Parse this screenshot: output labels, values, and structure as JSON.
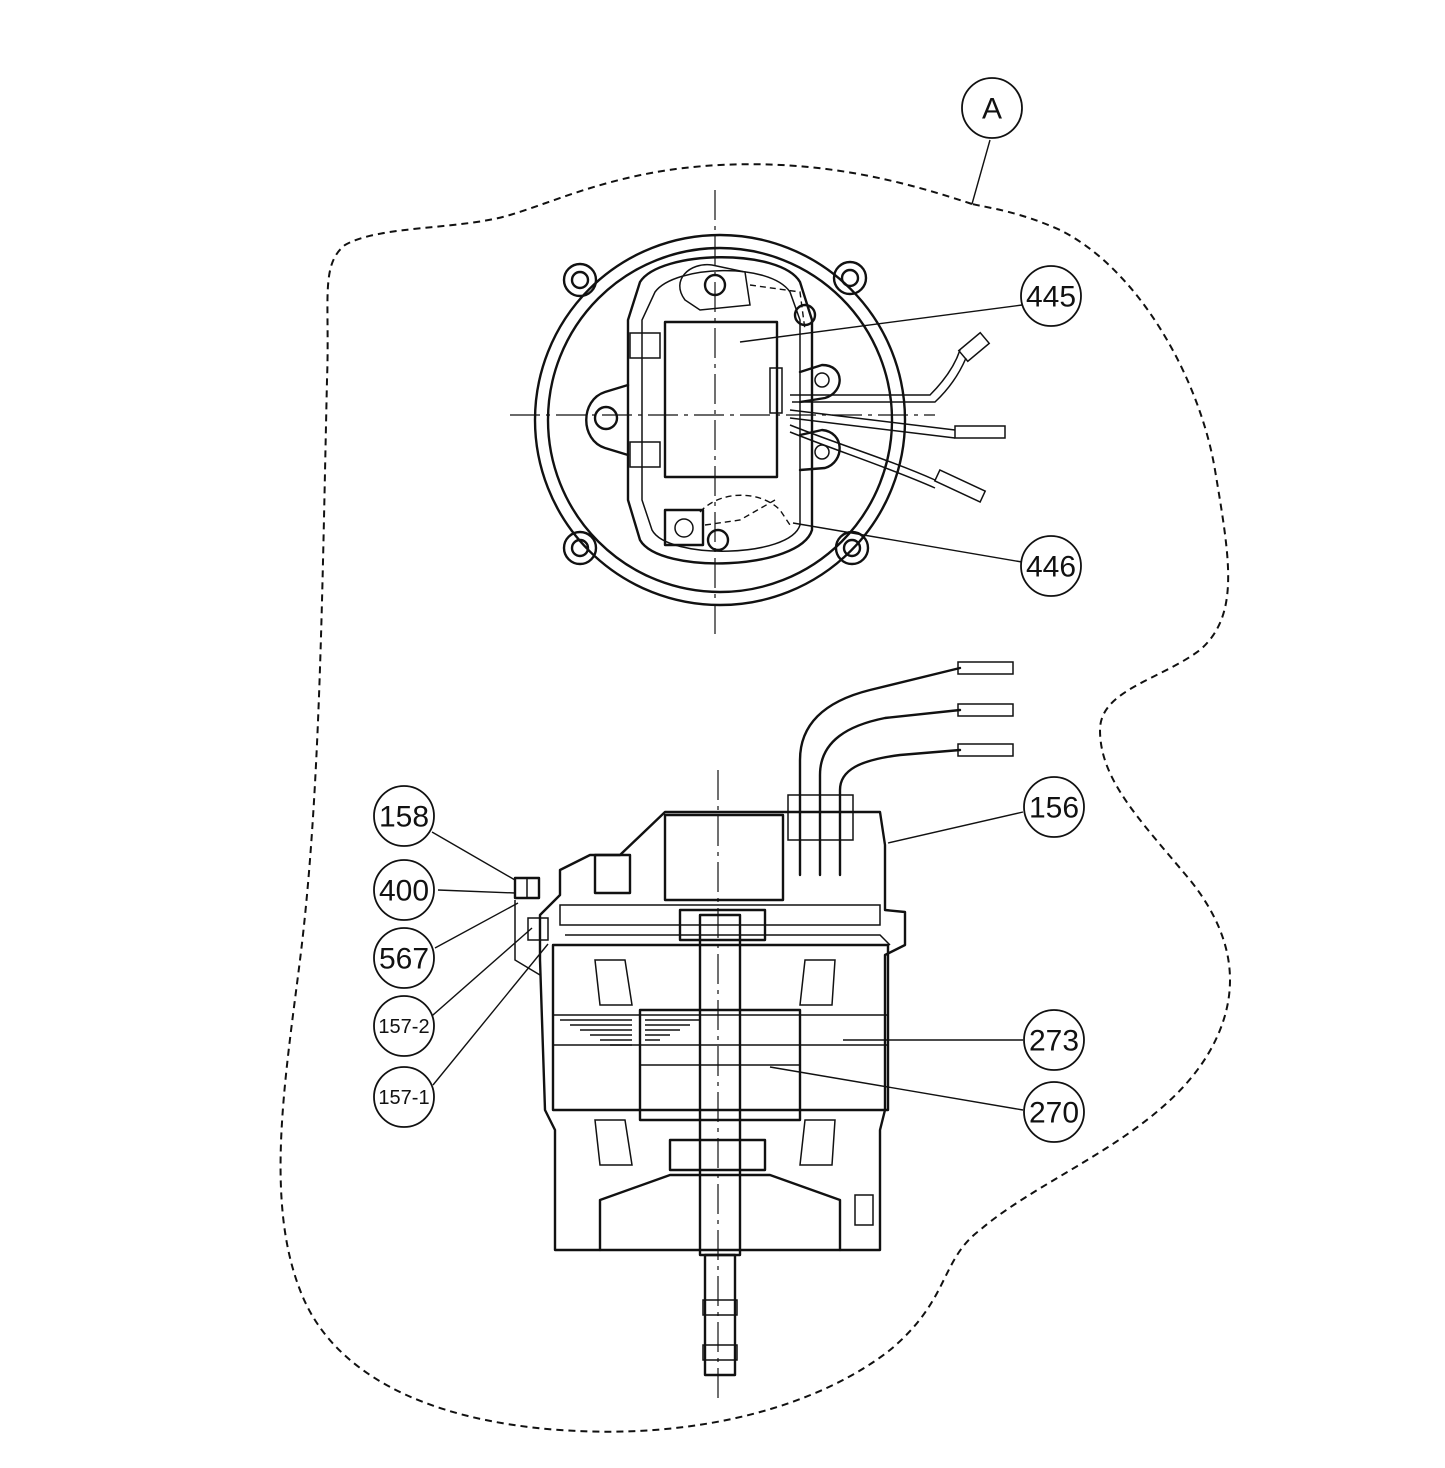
{
  "detail_label": "A",
  "callouts": [
    {
      "id": "445",
      "label": "445"
    },
    {
      "id": "446",
      "label": "446"
    },
    {
      "id": "156",
      "label": "156"
    },
    {
      "id": "158",
      "label": "158"
    },
    {
      "id": "400",
      "label": "400"
    },
    {
      "id": "567",
      "label": "567"
    },
    {
      "id": "157-2",
      "label": "157-2"
    },
    {
      "id": "157-1",
      "label": "157-1"
    },
    {
      "id": "273",
      "label": "273"
    },
    {
      "id": "270",
      "label": "270"
    }
  ]
}
